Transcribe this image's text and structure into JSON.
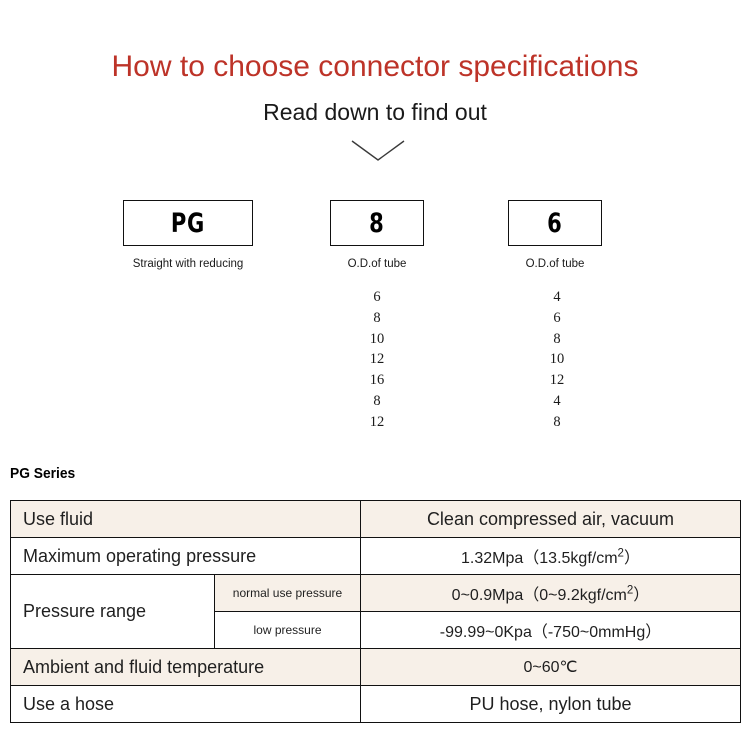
{
  "header": {
    "title": "How to choose connector specifications",
    "subtitle": "Read down to find out",
    "title_color": "#bd3328",
    "chevron_icon": "chevron-down-icon"
  },
  "selector": {
    "boxes": [
      {
        "code": "PG",
        "caption": "Straight with reducing"
      },
      {
        "code": "8",
        "caption": "O.D.of tube"
      },
      {
        "code": "6",
        "caption": "O.D.of  tube"
      }
    ],
    "columns": [
      {
        "name": "od-left",
        "values": [
          "6",
          "8",
          "10",
          "12",
          "16",
          "8",
          "12"
        ]
      },
      {
        "name": "od-right",
        "values": [
          "4",
          "6",
          "8",
          "10",
          "12",
          "4",
          "8"
        ]
      }
    ]
  },
  "spec": {
    "heading": "PG Series",
    "row_beige": "#f7f0e8",
    "rows": [
      {
        "label": "Use fluid",
        "value": "Clean compressed air, vacuum",
        "shade": "beige",
        "value_size": "large"
      },
      {
        "label": "Maximum operating pressure",
        "value": "1.32Mpa（13.5kgf/cm2）",
        "shade": "white",
        "value_size": "normal"
      },
      {
        "label": "Pressure range",
        "shade": "white",
        "sub_rows": [
          {
            "sub_label": "normal use pressure",
            "value": "0~0.9Mpa（0~9.2kgf/cm2）",
            "shade": "beige"
          },
          {
            "sub_label": "low pressure",
            "value": "-99.99~0Kpa（-750~0mmHg）",
            "shade": "white"
          }
        ]
      },
      {
        "label": "Ambient and fluid temperature",
        "value": "0~60℃",
        "shade": "beige",
        "value_size": "normal"
      },
      {
        "label": "Use a hose",
        "value": "PU hose, nylon tube",
        "shade": "white",
        "value_size": "large"
      }
    ]
  }
}
